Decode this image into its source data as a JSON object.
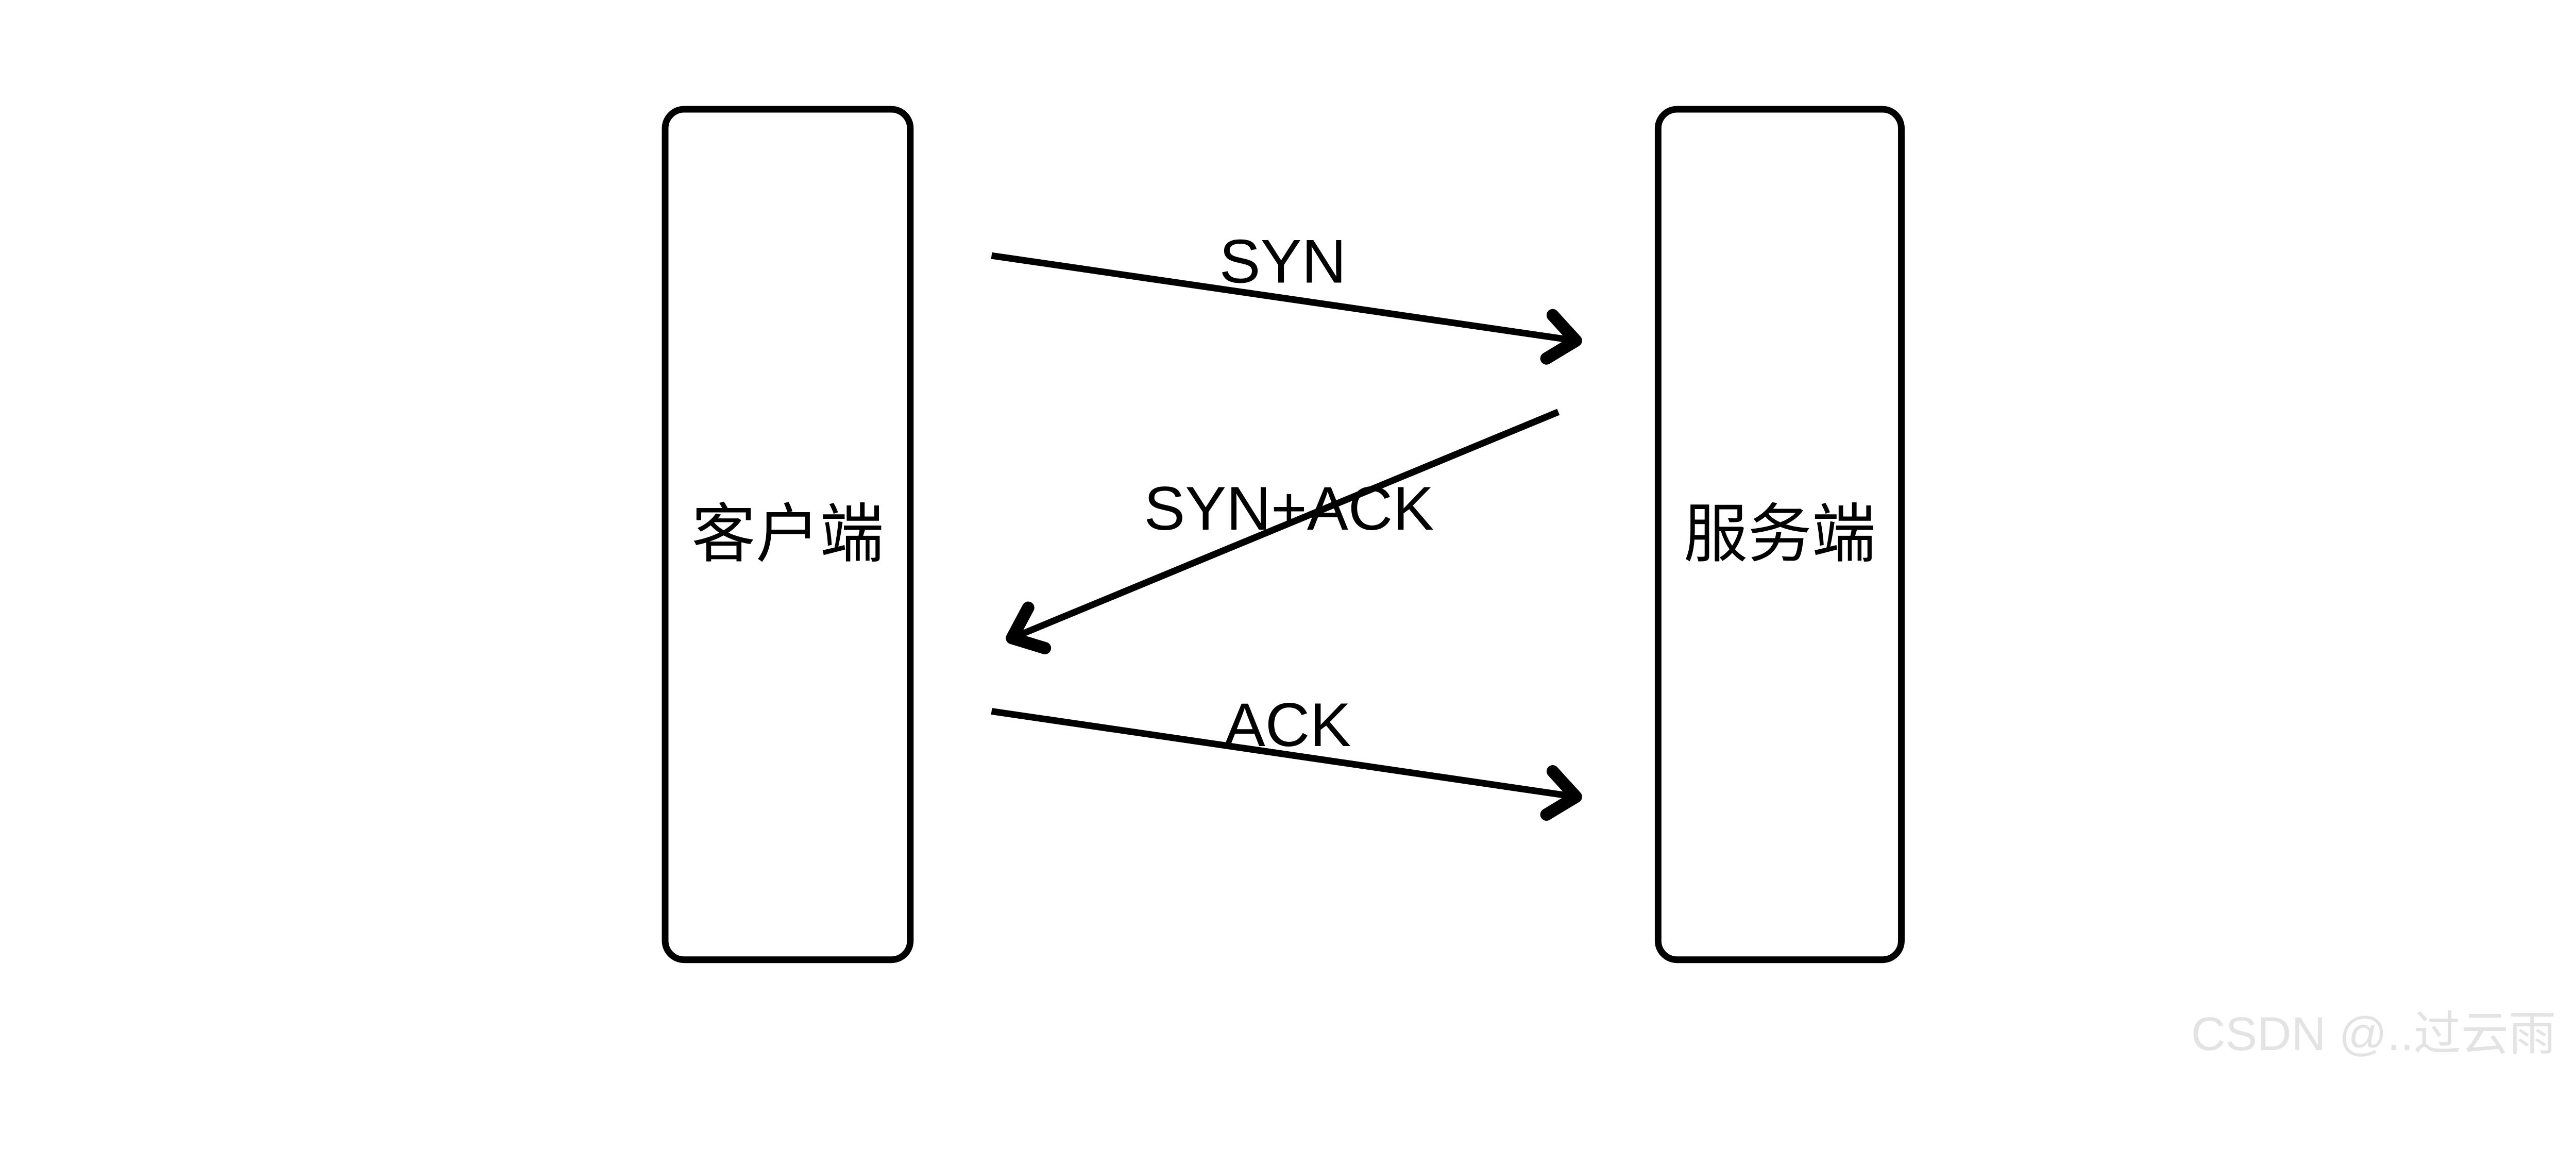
{
  "diagram": {
    "title_semantic": "TCP three-way handshake sequence diagram",
    "background_color": "#ffffff",
    "line_color": "#000000",
    "nodes": [
      {
        "id": "client",
        "label": "客户端"
      },
      {
        "id": "server",
        "label": "服务端"
      }
    ],
    "messages": [
      {
        "label": "SYN",
        "from": "client",
        "to": "server"
      },
      {
        "label": "SYN+ACK",
        "from": "server",
        "to": "client"
      },
      {
        "label": "ACK",
        "from": "client",
        "to": "server"
      }
    ],
    "watermark": {
      "text": "CSDN @..过云雨",
      "color": "#e3e3e3"
    }
  }
}
